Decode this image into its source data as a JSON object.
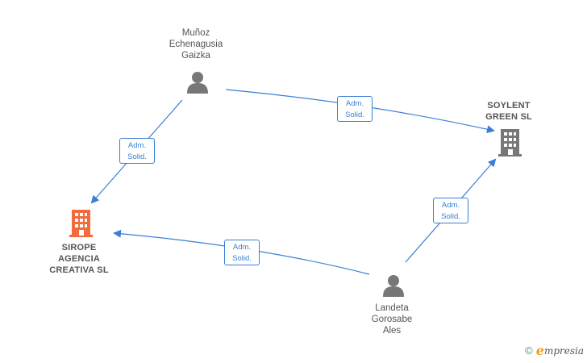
{
  "nodes": {
    "person_top": {
      "label": "Muñoz\nEchenagusia\nGaizka",
      "type": "person"
    },
    "person_bottom": {
      "label": "Landeta\nGorosabe\nAles",
      "type": "person"
    },
    "company_left": {
      "label": "SIROPE\nAGENCIA\nCREATIVA  SL",
      "type": "company",
      "color": "#f26a3d"
    },
    "company_right": {
      "label": "SOYLENT\nGREEN  SL",
      "type": "company",
      "color": "#777777"
    }
  },
  "edges": [
    {
      "from": "person_top",
      "to": "company_right",
      "label_line1": "Adm.",
      "label_line2": "Solid."
    },
    {
      "from": "person_top",
      "to": "company_left",
      "label_line1": "Adm.",
      "label_line2": "Solid."
    },
    {
      "from": "person_bottom",
      "to": "company_right",
      "label_line1": "Adm.",
      "label_line2": "Solid."
    },
    {
      "from": "person_bottom",
      "to": "company_left",
      "label_line1": "Adm.",
      "label_line2": "Solid."
    }
  ],
  "colors": {
    "edge": "#3a7fd5",
    "person_icon": "#777777"
  },
  "footer": {
    "copyright_symbol": "©",
    "brand_first": "e",
    "brand_rest": "mpresia"
  }
}
